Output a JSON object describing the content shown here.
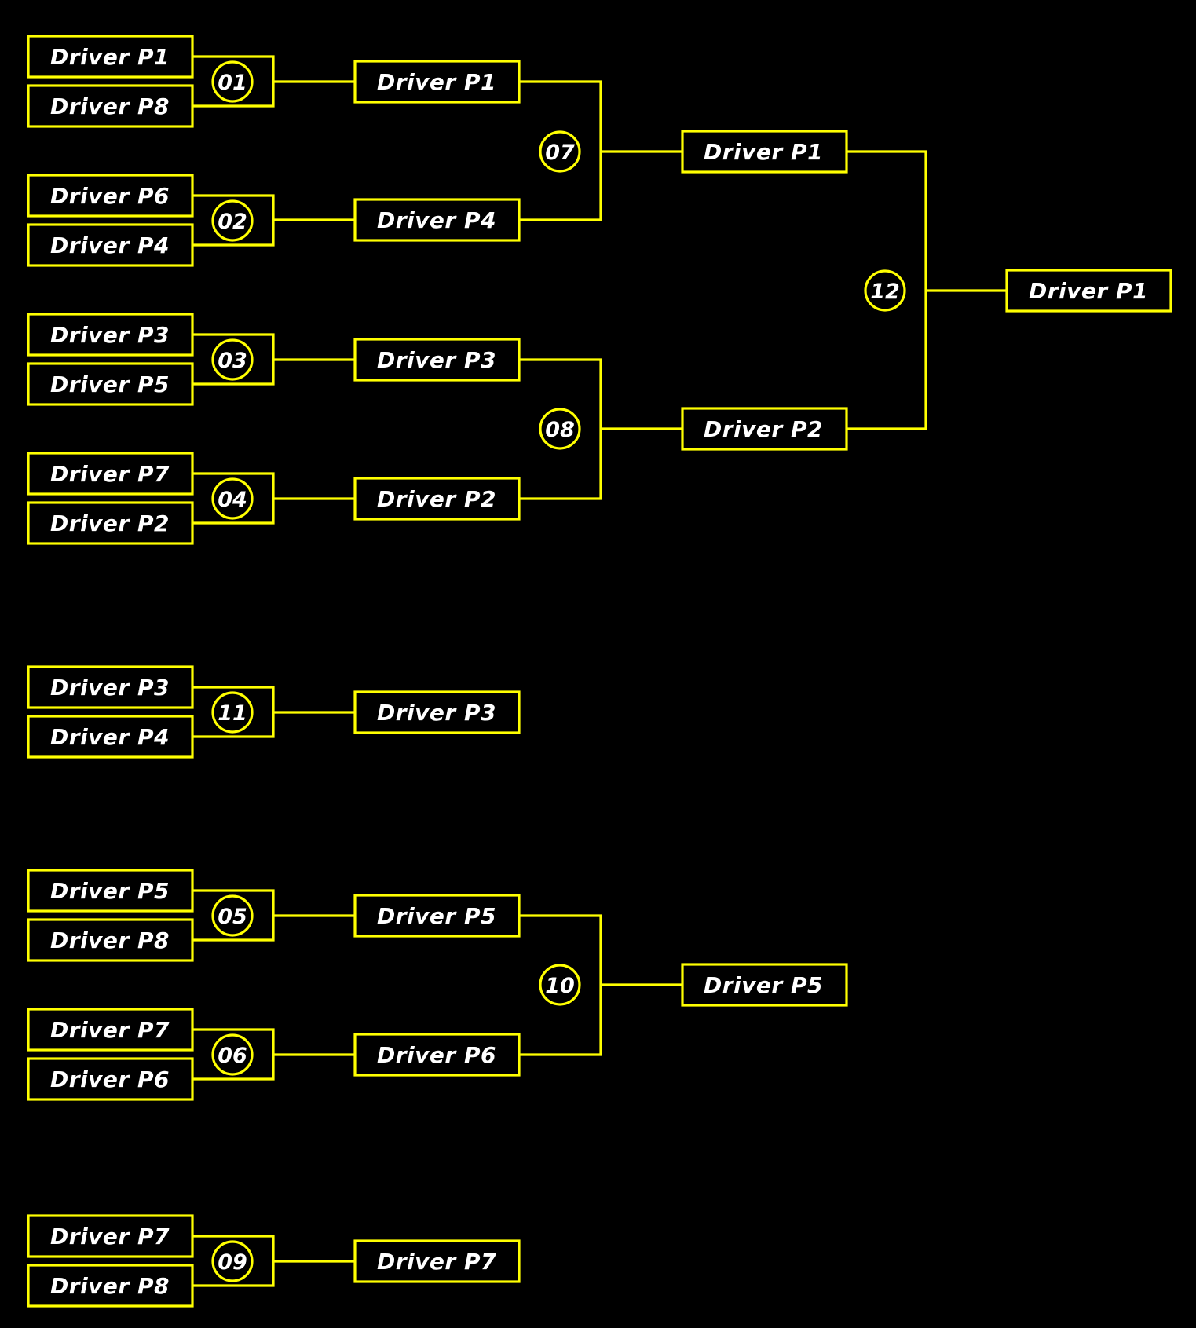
{
  "colors": {
    "background": "#000000",
    "line": "#ffff00",
    "text": "#ffffff"
  },
  "bracket": {
    "round1": [
      {
        "match": "01",
        "top": "Driver P1",
        "bottom": "Driver P8",
        "winner": "Driver P1"
      },
      {
        "match": "02",
        "top": "Driver P6",
        "bottom": "Driver P4",
        "winner": "Driver P4"
      },
      {
        "match": "03",
        "top": "Driver P3",
        "bottom": "Driver P5",
        "winner": "Driver P3"
      },
      {
        "match": "04",
        "top": "Driver P7",
        "bottom": "Driver P2",
        "winner": "Driver P2"
      }
    ],
    "semifinals": [
      {
        "match": "07",
        "winner": "Driver P1"
      },
      {
        "match": "08",
        "winner": "Driver P2"
      }
    ],
    "final": {
      "match": "12",
      "winner": "Driver P1"
    },
    "third_place": {
      "match": "11",
      "top": "Driver P3",
      "bottom": "Driver P4",
      "winner": "Driver P3"
    },
    "lower_round1": [
      {
        "match": "05",
        "top": "Driver P5",
        "bottom": "Driver P8",
        "winner": "Driver P5"
      },
      {
        "match": "06",
        "top": "Driver P7",
        "bottom": "Driver P6",
        "winner": "Driver P6"
      }
    ],
    "lower_final": {
      "match": "10",
      "winner": "Driver P5"
    },
    "seventh_place": {
      "match": "09",
      "top": "Driver P7",
      "bottom": "Driver P8",
      "winner": "Driver P7"
    }
  }
}
